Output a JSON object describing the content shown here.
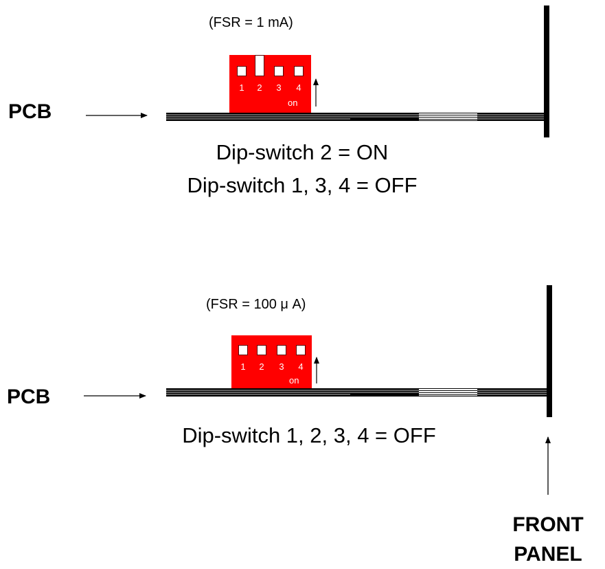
{
  "figures": [
    {
      "fsr_label": "(FSR = 1 mA)",
      "pcb_label": "PCB",
      "switches": [
        {
          "number": "1",
          "state": "OFF"
        },
        {
          "number": "2",
          "state": "ON"
        },
        {
          "number": "3",
          "state": "OFF"
        },
        {
          "number": "4",
          "state": "OFF"
        }
      ],
      "on_label": "on",
      "caption_lines": [
        "Dip-switch 2 = ON",
        "Dip-switch 1, 3, 4 = OFF"
      ]
    },
    {
      "fsr_label": "(FSR = 100 μ A)",
      "pcb_label": "PCB",
      "switches": [
        {
          "number": "1",
          "state": "OFF"
        },
        {
          "number": "2",
          "state": "OFF"
        },
        {
          "number": "3",
          "state": "OFF"
        },
        {
          "number": "4",
          "state": "OFF"
        }
      ],
      "on_label": "on",
      "caption_lines": [
        "Dip-switch 1, 2, 3, 4 = OFF"
      ]
    }
  ],
  "front_panel_label": [
    "FRONT",
    "PANEL"
  ],
  "colors": {
    "dip_switch": "#ff0000",
    "lines": "#000000"
  }
}
